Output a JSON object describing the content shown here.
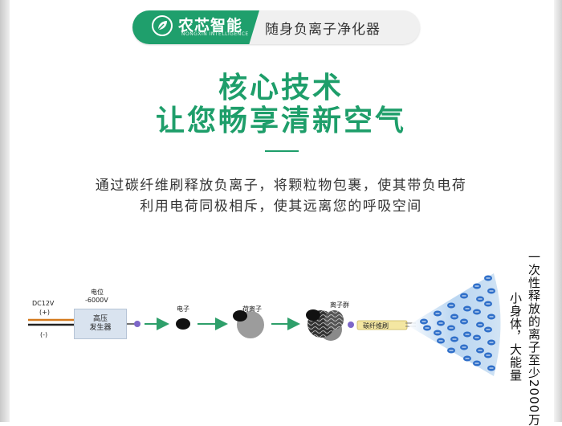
{
  "brand": {
    "name": "农芯智能",
    "subtitle": "NONGXIN INTELLIGENCE",
    "product": "随身负离子净化器"
  },
  "headline": {
    "line1": "核心技术",
    "line2": "让您畅享清新空气"
  },
  "description": {
    "line1": "通过碳纤维刷释放负离子，将颗粒物包裹，使其带负电荷",
    "line2": "利用电荷同极相斥，使其远离您的呼吸空间"
  },
  "diagram": {
    "input_voltage": "DC12V",
    "plus": "(+)",
    "minus": "(-)",
    "potential_label": "电位",
    "potential_value": "-6000V",
    "generator_line1": "高压",
    "generator_line2": "发生器",
    "electron": "电子",
    "charged_ion": "荷离子",
    "ion_group": "离子群",
    "carbon_brush": "碳纤维刷",
    "release_text": "一次性释放的离子至少2000万",
    "small_big_text": "小身体，大能量"
  },
  "colors": {
    "brand_green": "#1f9f6c",
    "headline_green": "#1e9e6a",
    "arrow_green": "#2e9f6a",
    "ion_blue": "#2f6fc9"
  }
}
